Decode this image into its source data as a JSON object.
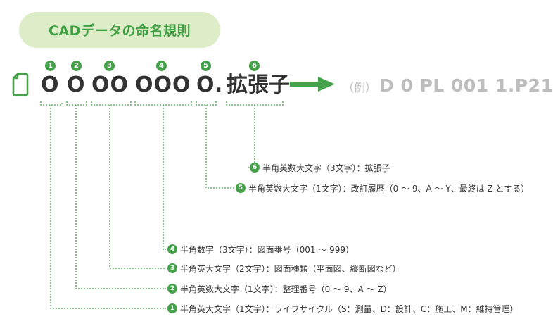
{
  "title": "CADデータの命名規則",
  "segments": [
    {
      "num": "1",
      "marks": "O"
    },
    {
      "num": "2",
      "marks": "O"
    },
    {
      "num": "3",
      "marks": "OO"
    },
    {
      "num": "4",
      "marks": "OOO"
    },
    {
      "num": "5",
      "marks": "O."
    },
    {
      "num": "6",
      "marks": "拡張子"
    }
  ],
  "example": {
    "prefix": "（例）",
    "code": "D 0 PL 001 1.P21"
  },
  "descriptions": [
    {
      "num": "6",
      "text": "半角英数大文字（3文字）：拡張子"
    },
    {
      "num": "5",
      "text": "半角英数大文字（1文字）：改訂履歴（0 ～ 9、A ～ Y、最終は Z とする）"
    },
    {
      "num": "4",
      "text": "半角数字（3文字）：図面番号（001 ～ 999）"
    },
    {
      "num": "3",
      "text": "半角英大文字（2文字）：図面種類（平面図、縦断図など）"
    },
    {
      "num": "2",
      "text": "半角英数大文字（1文字）：整理番号（0 ～ 9、A ～ Z）"
    },
    {
      "num": "1",
      "text": "半角英大文字（1文字）：ライフサイクル（S：測量、D：設計、C：施工、M：維持管理）"
    }
  ],
  "colors": {
    "accent": "#45a14a",
    "title_bg": "#dcedc7",
    "example_text": "#bdbdbd"
  },
  "icons": [
    "file-icon",
    "arrow-right-icon"
  ]
}
